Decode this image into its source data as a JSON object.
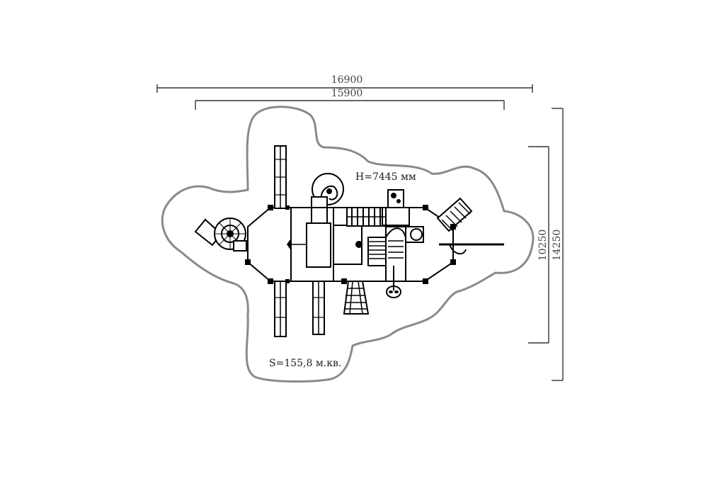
{
  "dimensions": {
    "overall_width": "16900",
    "equipment_width": "15900",
    "equipment_depth": "10250",
    "overall_depth": "14250"
  },
  "notes": {
    "height": "H=7445 мм",
    "area": "S=155,8 м.кв."
  },
  "colors": {
    "safety_zone_stroke": "#8a8a8a",
    "dimension_lines": "#333333",
    "equipment_ink": "#000000"
  }
}
